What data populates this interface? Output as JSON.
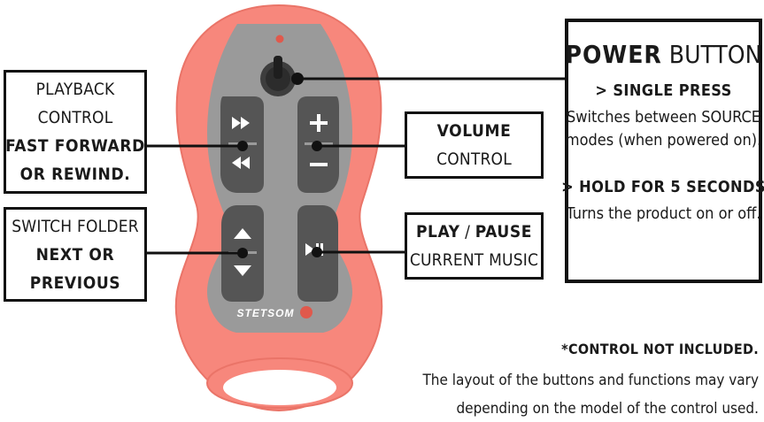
{
  "colors": {
    "body": "#f7877c",
    "body_edge": "#ea7468",
    "face": "#9a9a9a",
    "button": "#555555",
    "led": "#e0594c",
    "box_border": "#111111"
  },
  "remote": {
    "brand": "STETSOM",
    "icons": [
      "fast-forward-icon",
      "rewind-icon",
      "plus-icon",
      "minus-icon",
      "arrow-up-icon",
      "arrow-down-icon",
      "play-pause-icon"
    ]
  },
  "labels": {
    "playback": {
      "line1": "PLAYBACK",
      "line2": "CONTROL",
      "line3": "FAST FORWARD",
      "line4": "OR REWIND."
    },
    "folder": {
      "line1": "SWITCH FOLDER",
      "line2": "NEXT OR",
      "line3": "PREVIOUS"
    },
    "volume": {
      "line1": "VOLUME",
      "line2": "CONTROL"
    },
    "play": {
      "line1_bold_a": "PLAY",
      "line1_sep": " / ",
      "line1_bold_b": "PAUSE",
      "line2": "CURRENT MUSIC"
    },
    "power": {
      "title_bold": "POWER",
      "title_rest": " BUTTON",
      "single_head": "> SINGLE PRESS",
      "single_text1": "Switches between SOURCE",
      "single_text2": "modes (when powered on).",
      "hold_head": "> HOLD FOR 5 SECONDS",
      "hold_text": "Turns the product on or off."
    }
  },
  "note": {
    "head": "*CONTROL NOT INCLUDED.",
    "line1": "The layout of the buttons and functions may vary",
    "line2": "depending on the model of the control used."
  }
}
